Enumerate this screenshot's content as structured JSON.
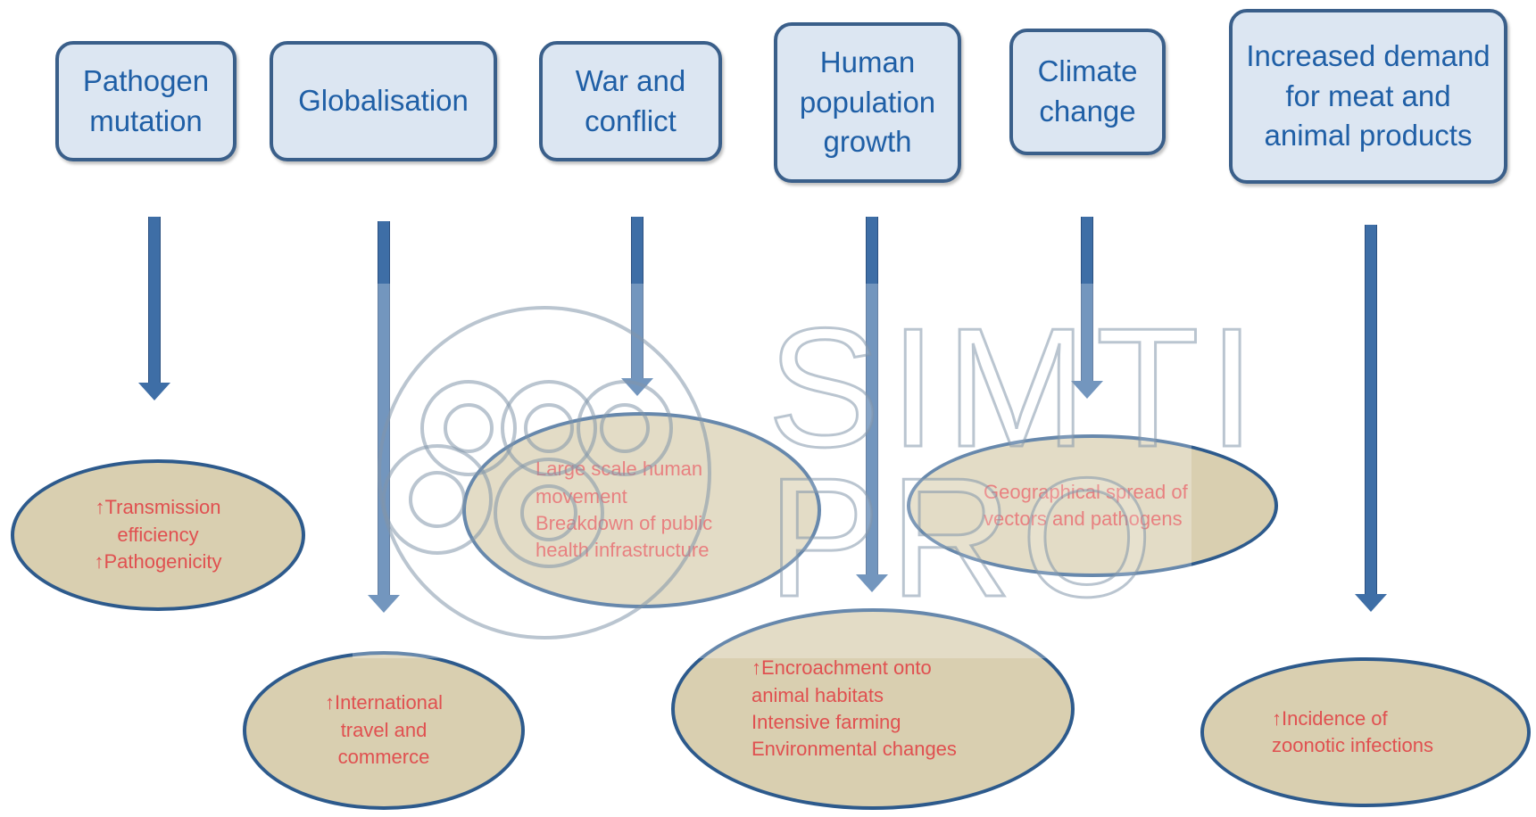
{
  "causes": [
    {
      "label": "Pathogen\nmutation"
    },
    {
      "label": "Globalisation"
    },
    {
      "label": "War and\nconflict"
    },
    {
      "label": "Human\npopulation\ngrowth"
    },
    {
      "label": "Climate\nchange"
    },
    {
      "label": "Increased demand\nfor meat and\nanimal products"
    }
  ],
  "effects": [
    {
      "lines": [
        "↑Transmission",
        "efficiency",
        "↑Pathogenicity"
      ]
    },
    {
      "lines": [
        "↑International",
        "travel and",
        "commerce"
      ]
    },
    {
      "lines": [
        "Large scale human",
        "movement",
        "Breakdown of public",
        "health infrastructure"
      ]
    },
    {
      "lines": [
        "↑Encroachment onto",
        "animal habitats",
        "Intensive farming",
        "Environmental changes"
      ]
    },
    {
      "lines": [
        "Geographical spread of",
        "vectors and pathogens"
      ]
    },
    {
      "lines": [
        "↑Incidence of",
        "zoonotic infections"
      ]
    }
  ],
  "watermark": {
    "line1": "SIMTI",
    "line2": "PRO"
  },
  "colors": {
    "box_fill": "#dce6f2",
    "box_border": "#3a5f8a",
    "box_text": "#1f5fa6",
    "arrow": "#3e6ea6",
    "ellipse_fill": "#d9cfb0",
    "ellipse_border": "#2d5a8c",
    "effect_text": "#e05050"
  }
}
